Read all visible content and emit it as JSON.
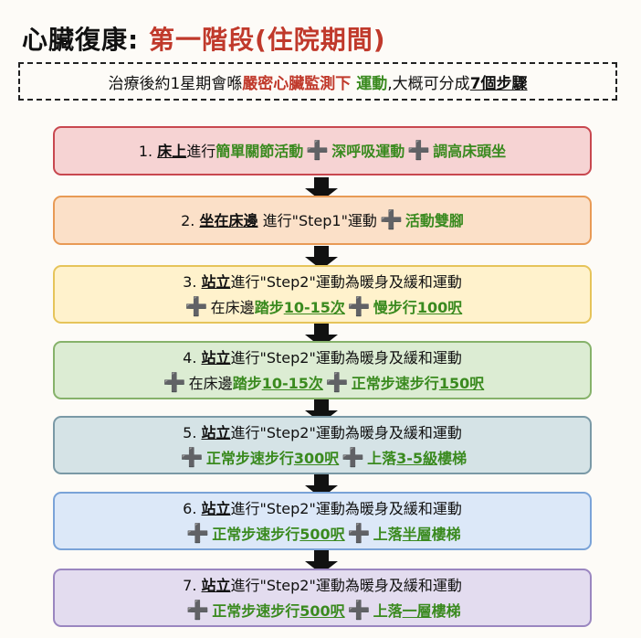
{
  "title": {
    "part1": "心臟復康",
    "sep": ":",
    "part2": "第一階段(住院期間)"
  },
  "intro": {
    "t1": "治療後約1星期會喺",
    "t2": "嚴密心臟監測下",
    "t3": "運動",
    "t4": ",大概可分成",
    "t5": "7個步驟"
  },
  "plus_icon": "heavy-plus-sign",
  "colors": {
    "step1": "#f6d3d3",
    "step1_border": "#c8474f",
    "step2": "#fbe0c8",
    "step2_border": "#e89a55",
    "step3": "#fff2cc",
    "step3_border": "#e6c45a",
    "step4": "#dcecd3",
    "step4_border": "#86b26a",
    "step5": "#d5e3e6",
    "step5_border": "#7a99a6",
    "step6": "#dce8f8",
    "step6_border": "#7aa3d8",
    "step7": "#e3dcef",
    "step7_border": "#9a86c0"
  },
  "steps": [
    {
      "num": "1.",
      "pos": "床上",
      "a": "進行",
      "b": "簡單關節活動",
      "c": "深呼吸運動",
      "d": "調高床頭坐"
    },
    {
      "num": "2.",
      "pos": "坐在床邊",
      "a": "進行\"Step1\"運動",
      "b": "活動雙腳"
    },
    {
      "num": "3.",
      "pos": "站立",
      "a": "進行\"Step2\"運動為暖身及緩和運動",
      "l2a": "在床邊",
      "l2b": "踏步",
      "l2c": "10-15次",
      "l2d": "慢步行",
      "l2e": "100呎"
    },
    {
      "num": "4.",
      "pos": "站立",
      "a": "進行\"Step2\"運動為暖身及緩和運動",
      "l2a": "在床邊",
      "l2b": "踏步",
      "l2c": "10-15次",
      "l2d": "正常步速步行",
      "l2e": "150呎"
    },
    {
      "num": "5.",
      "pos": "站立",
      "a": "進行\"Step2\"運動為暖身及緩和運動",
      "l2b": "正常步速步行",
      "l2c": "300呎",
      "l2d": "上落",
      "l2e": "3-5級",
      "l2f": "樓梯"
    },
    {
      "num": "6.",
      "pos": "站立",
      "a": "進行\"Step2\"運動為暖身及緩和運動",
      "l2b": "正常步速步行",
      "l2c": "500呎",
      "l2d": "上落",
      "l2e": "半層",
      "l2f": "樓梯"
    },
    {
      "num": "7.",
      "pos": "站立",
      "a": "進行\"Step2\"運動為暖身及緩和運動",
      "l2b": "正常步速步行",
      "l2c": "500呎",
      "l2d": "上落",
      "l2e": "一層",
      "l2f": "樓梯"
    }
  ]
}
